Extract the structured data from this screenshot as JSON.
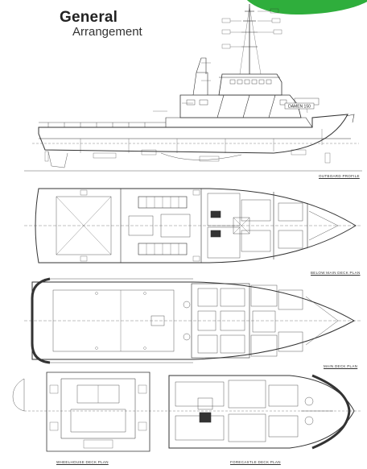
{
  "heading": {
    "line1": "General",
    "line2": "Arrangement"
  },
  "views": {
    "profile": "OUTBOARD PROFILE",
    "below_main": "BELOW MAIN DECK PLAN",
    "main": "MAIN DECK PLAN",
    "wheelhouse": "WHEELHOUSE DECK PLAN",
    "forecastle": "FORECASTLE DECK PLAN"
  },
  "vessel_name": "DAMEN 150",
  "colors": {
    "accent": "#2fae3c",
    "line": "#333333"
  }
}
